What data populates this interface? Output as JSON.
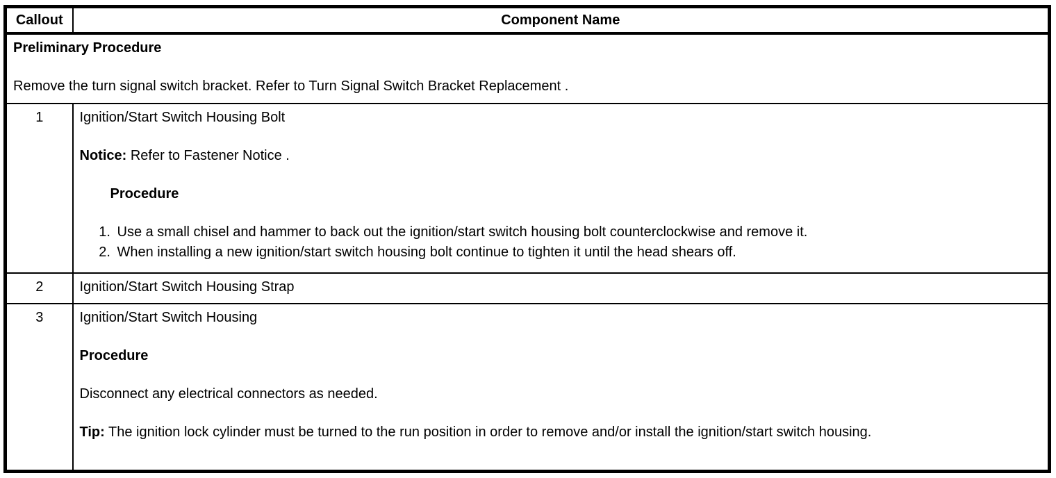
{
  "table": {
    "header": {
      "callout": "Callout",
      "component": "Component Name"
    },
    "preliminary": {
      "title": "Preliminary Procedure",
      "text": "Remove the turn signal switch bracket. Refer to Turn Signal Switch Bracket Replacement ."
    },
    "rows": [
      {
        "callout": "1",
        "name": "Ignition/Start Switch Housing Bolt",
        "notice_label": "Notice:",
        "notice_text": " Refer to Fastener Notice .",
        "procedure_label": "Procedure",
        "steps": [
          "Use a small chisel and hammer to back out the ignition/start switch housing bolt counterclockwise and remove it.",
          "When installing a new ignition/start switch housing bolt continue to tighten it until the head shears off."
        ]
      },
      {
        "callout": "2",
        "name": "Ignition/Start Switch Housing Strap"
      },
      {
        "callout": "3",
        "name": "Ignition/Start Switch Housing",
        "procedure_label": "Procedure",
        "procedure_text": "Disconnect any electrical connectors as needed.",
        "tip_label": "Tip:",
        "tip_text": " The ignition lock cylinder must be turned to the run position in order to remove and/or install the ignition/start switch housing."
      }
    ]
  }
}
